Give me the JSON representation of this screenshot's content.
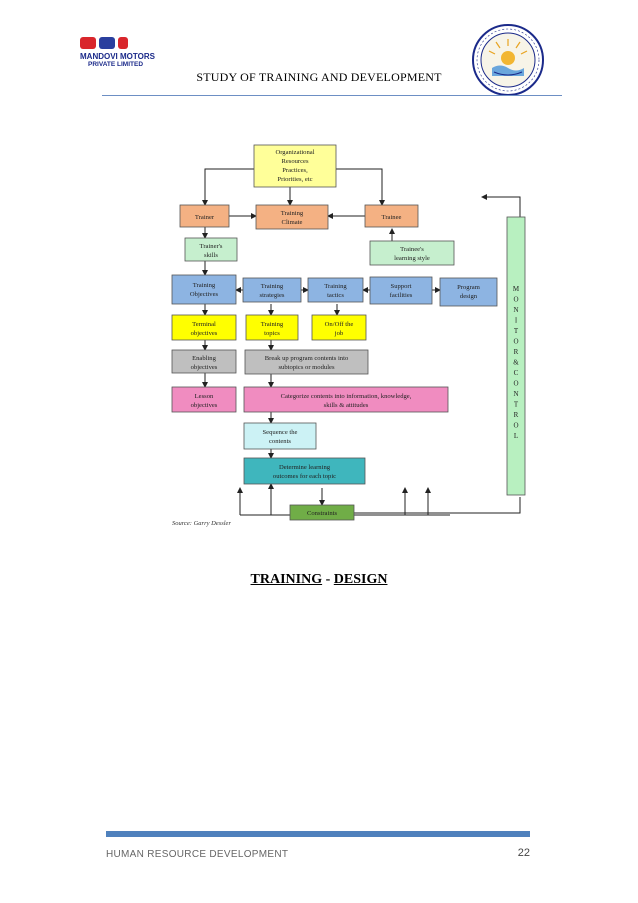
{
  "header": {
    "logo_line1": "MANDOVI MOTORS",
    "logo_line2": "PRIVATE LIMITED",
    "title": "STUDY OF TRAINING AND DEVELOPMENT"
  },
  "diagram": {
    "nodes": {
      "org": [
        "Organizational",
        "Resources",
        "Practices,",
        "Priorities, etc"
      ],
      "trainer": [
        "Trainer"
      ],
      "climate": [
        "Training",
        "Climate"
      ],
      "trainee": [
        "Trainee"
      ],
      "trainer_skills": [
        "Trainer's",
        "skills"
      ],
      "trainee_style": [
        "Trainee's",
        "learning style"
      ],
      "objectives": [
        "Training",
        "Objectives"
      ],
      "strategies": [
        "Training",
        "strategies"
      ],
      "tactics": [
        "Training",
        "tactics"
      ],
      "support": [
        "Support",
        "facilities"
      ],
      "program": [
        "Program",
        "design"
      ],
      "terminal": [
        "Terminal",
        "objectives"
      ],
      "topics": [
        "Training",
        "topics"
      ],
      "onoff": [
        "On/Off the",
        "job"
      ],
      "enabling": [
        "Enabling",
        "objectives"
      ],
      "breakup": [
        "Break up program contents into",
        "subtopics or modules"
      ],
      "lesson": [
        "Lesson",
        "objectives"
      ],
      "categorize": [
        "Categorize contents into information, knowledge,",
        "skills & attitudes"
      ],
      "sequence": [
        "Sequence the",
        "contents"
      ],
      "determine": [
        "Determine learning",
        "outcomes for each topic"
      ],
      "constraints": [
        "Constraints"
      ],
      "monitor": "MONITOR&CONTROL"
    },
    "source": "Source: Garry Dessler",
    "colors": {
      "yellow": "#ffff99",
      "orange": "#f4b183",
      "green": "#c6efce",
      "blue": "#8db4e2",
      "bright_yellow": "#ffff00",
      "gray": "#bfbfbf",
      "pink": "#f08cc0",
      "light_cyan": "#ccf2f5",
      "teal": "#3fb6bd",
      "olive_green": "#70ad47",
      "monitor_green": "#b8f0c0"
    }
  },
  "caption": {
    "part1": "TRAINING",
    "separator": " - ",
    "part2": "DESIGN"
  },
  "footer": {
    "left": "HUMAN RESOURCE DEVELOPMENT",
    "page": "22"
  }
}
